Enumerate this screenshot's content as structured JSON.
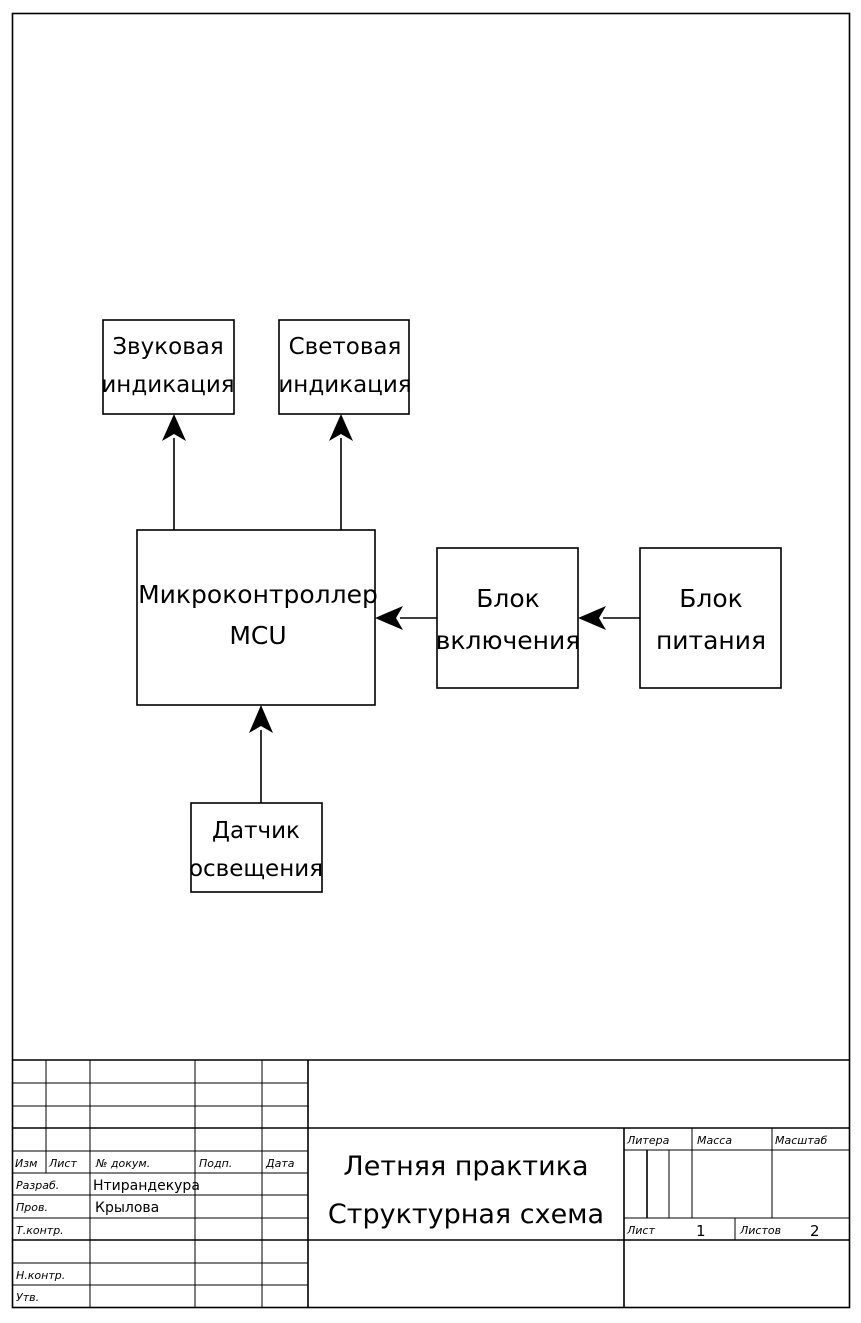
{
  "blocks": {
    "sound": [
      "Звуковая",
      "индикация"
    ],
    "light": [
      "Световая",
      "индикация"
    ],
    "mcu": [
      "Микроконтроллер",
      "MCU"
    ],
    "switch": [
      "Блок",
      "включения"
    ],
    "power": [
      "Блок",
      "питания"
    ],
    "sensor": [
      "Датчик",
      "освещения"
    ]
  },
  "title_block": {
    "headers": {
      "izm": "Изм",
      "list": "Лист",
      "docnum": "№ докум.",
      "podp": "Подп.",
      "data": "Дата"
    },
    "roles": {
      "razrab": "Разраб.",
      "prov": "Пров.",
      "tkontr": "Т.контр.",
      "nkontr": "Н.контр.",
      "utv": "Утв."
    },
    "names": {
      "razrab": "Нтирандекура",
      "prov": "Крылова"
    },
    "title_lines": [
      "Летняя практика",
      "Структурная схема"
    ],
    "right": {
      "litera": "Литера",
      "massa": "Масса",
      "masshtab": "Масштаб",
      "list_label": "Лист",
      "list_value": "1",
      "listov_label": "Листов",
      "listov_value": "2"
    }
  }
}
